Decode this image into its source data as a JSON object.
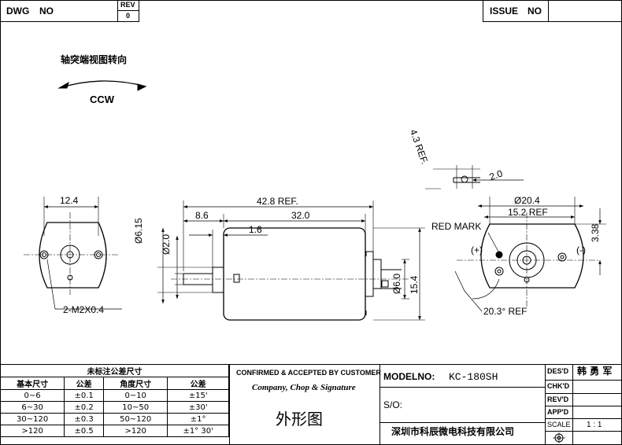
{
  "header": {
    "dwg_label": "DWG",
    "dwg_no_label": "NO",
    "rev_label": "REV",
    "rev_value": "0",
    "issue_label": "ISSUE",
    "issue_no_label": "NO"
  },
  "rotation": {
    "title": "轴突端视图转向",
    "direction": "CCW"
  },
  "dims": {
    "d_12_4": "12.4",
    "d_2m2": "2-M2X0.4",
    "d_42_8": "42.8 REF.",
    "d_8_6": "8.6",
    "d_32": "32.0",
    "d_1_6": "1.6",
    "d_615": "Ø6.15",
    "d_20": "Ø2.0",
    "d_60": "Ø6.0",
    "d_154": "15.4",
    "d_43": "4.3 REF.",
    "d_2_0": "2.0",
    "d_204": "Ø20.4",
    "d_152": "15.2 REF",
    "d_338": "3.38",
    "red_mark": "RED MARK",
    "plus": "(+)",
    "minus": "(-)",
    "d_203": "20.3° REF"
  },
  "tolerance": {
    "title": "未标注公差尺寸",
    "headers": [
      "基本尺寸",
      "公差",
      "角度尺寸",
      "公差"
    ],
    "rows": [
      [
        "0~6",
        "±0.1",
        "0~10",
        "±15'"
      ],
      [
        "6~30",
        "±0.2",
        "10~50",
        "±30'"
      ],
      [
        "30~120",
        "±0.3",
        "50~120",
        "±1°"
      ],
      [
        ">120",
        "±0.5",
        ">120",
        "±1° 30'"
      ]
    ]
  },
  "confirm": {
    "title": "CONFIRMED & ACCEPTED BY CUSTOMER",
    "subtitle": "Company, Chop & Signature",
    "drawing_name": "外形图"
  },
  "model": {
    "label": "MODELNO:",
    "value": "KC-180SH",
    "so_label": "S/O:",
    "company": "深圳市科辰微电科技有限公司"
  },
  "signoff": {
    "des": "DES'D",
    "des_name": "韩 勇 军",
    "chk": "CHK'D",
    "rev": "REV'D",
    "app": "APP'D",
    "scale": "SCALE",
    "scale_value": "1 : 1"
  }
}
